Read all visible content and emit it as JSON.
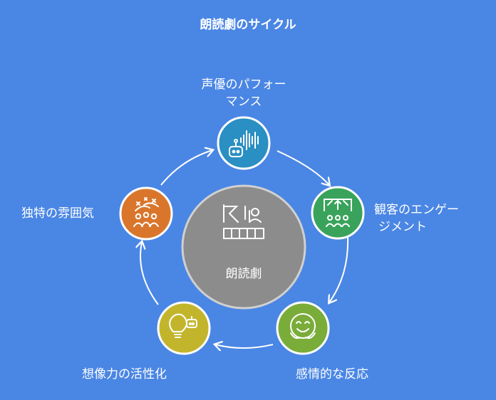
{
  "title": "朗読劇のサイクル",
  "center": {
    "label": "朗読劇",
    "color": "#8c8c8c",
    "icon": "stage-reading-icon"
  },
  "nodes": [
    {
      "label_line1": "声優のパフォー",
      "label_line2": "マンス",
      "color": "#2a8fc2",
      "icon": "voice-robot-icon"
    },
    {
      "label_line1": "観客のエンゲー",
      "label_line2": "ジメント",
      "color": "#3aa35b",
      "icon": "audience-stage-icon"
    },
    {
      "label_line1": "感情的な反応",
      "color": "#7aac3a",
      "icon": "emotion-face-icon"
    },
    {
      "label_line1": "想像力の活性化",
      "color": "#c2b52c",
      "icon": "lightbulb-robot-icon"
    },
    {
      "label_line1": "独特の雰囲気",
      "color": "#d9762c",
      "icon": "audience-sparkle-icon"
    }
  ]
}
